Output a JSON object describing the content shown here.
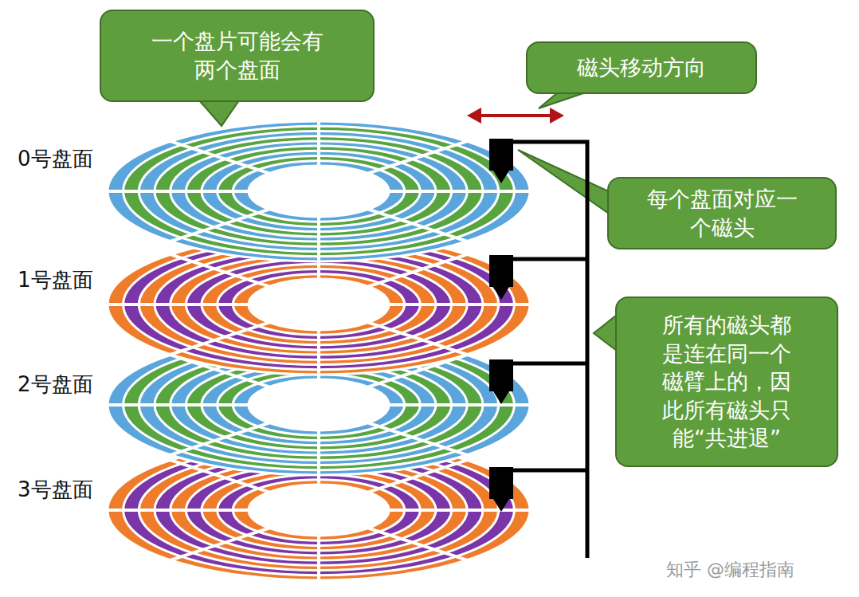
{
  "diagram": {
    "nodes": [
      {
        "text": [
          "一个盘片可能会有两个盘面"
        ]
      },
      {
        "text": [
          "磁头移动方向"
        ]
      },
      {
        "text": [
          "每个盘面对应一个磁头"
        ]
      },
      {
        "text": [
          "所有的磁头都是连在同一个磁臂上的，因此所有磁头只能“共进退”"
        ]
      }
    ],
    "labels": [
      "0号盘面",
      "1号盘面",
      "2号盘面",
      "3号盘面",
      "知乎 @编程指南"
    ]
  }
}
